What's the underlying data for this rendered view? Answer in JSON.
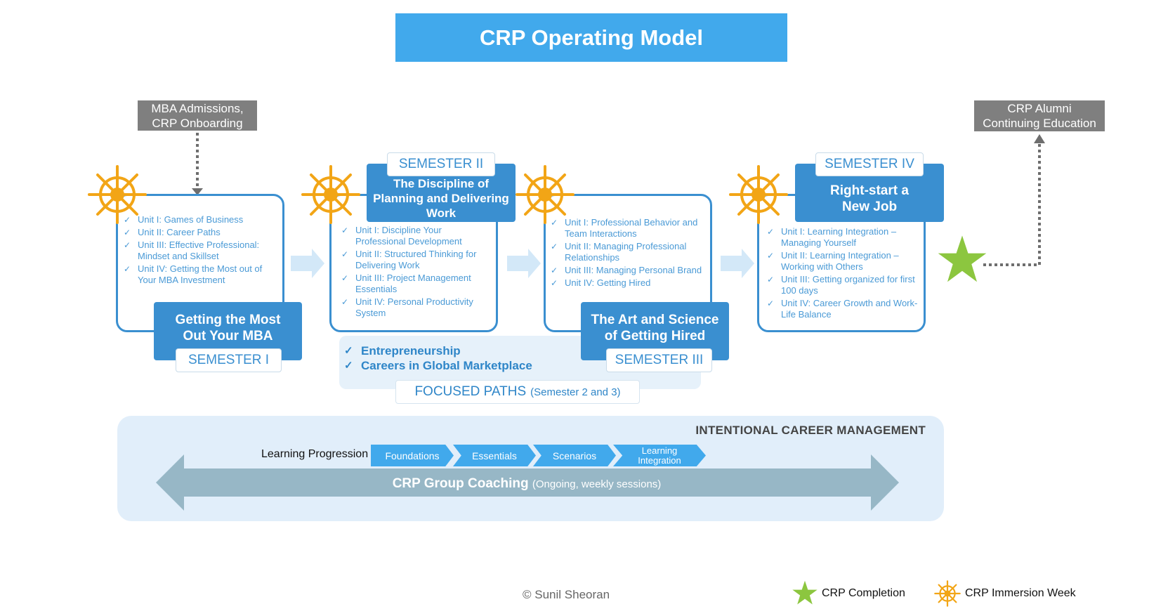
{
  "title": "CRP Operating Model",
  "entry_box": {
    "text_line1": "MBA Admissions,",
    "text_line2": "CRP Onboarding"
  },
  "exit_box": {
    "text_line1": "CRP Alumni",
    "text_line2": "Continuing Education"
  },
  "semesters": [
    {
      "label": "SEMESTER I",
      "title_line1": "Getting the Most",
      "title_line2": "Out Your MBA",
      "units": [
        "Unit I: Games of Business",
        "Unit II: Career Paths",
        "Unit III: Effective Professional: Mindset and Skillset",
        "Unit IV: Getting the Most out of Your MBA Investment"
      ]
    },
    {
      "label": "SEMESTER II",
      "title_line1": "The Discipline of",
      "title_line2": "Planning and Delivering",
      "title_line3": "Work",
      "units": [
        "Unit I: Discipline Your Professional Development",
        "Unit II: Structured Thinking for Delivering Work",
        "Unit III: Project Management Essentials",
        "Unit IV: Personal Productivity System"
      ]
    },
    {
      "label": "SEMESTER III",
      "title_line1": "The Art and Science",
      "title_line2": "of Getting Hired",
      "units": [
        "Unit I: Professional Behavior and Team Interactions",
        "Unit II: Managing Professional Relationships",
        "Unit III: Managing Personal Brand",
        "Unit IV: Getting Hired"
      ]
    },
    {
      "label": "SEMESTER IV",
      "title_line1": "Right-start a",
      "title_line2": "New Job",
      "units": [
        "Unit I: Learning Integration – Managing Yourself",
        "Unit II: Learning Integration – Working with Others",
        "Unit III: Getting organized for first 100 days",
        "Unit IV: Career Growth and Work-Life Balance"
      ]
    }
  ],
  "focused_paths": {
    "items": [
      "Entrepreneurship",
      "Careers in Global Marketplace"
    ],
    "label": "FOCUSED PATHS",
    "label_note": "(Semester 2 and 3)"
  },
  "career_management": {
    "title": "INTENTIONAL CAREER MANAGEMENT",
    "progression_label": "Learning Progression",
    "stages": [
      "Foundations",
      "Essentials",
      "Scenarios",
      "Learning Integration"
    ],
    "coaching_title": "CRP Group Coaching",
    "coaching_note": "(Ongoing, weekly sessions)"
  },
  "legend": {
    "completion": "CRP Completion",
    "immersion": "CRP Immersion Week"
  },
  "copyright": "© Sunil Sheoran",
  "icons": {
    "immersion": "ship-wheel-icon",
    "completion": "star-icon",
    "check": "check-icon"
  },
  "colors": {
    "accent": "#41a9ec",
    "dark_blue": "#3a8fd0",
    "wheel": "#f2a516",
    "star": "#8cc63f",
    "gray": "#7f7f7f",
    "coaching_arrow": "#97b7c6",
    "panel": "#e1eefa"
  }
}
